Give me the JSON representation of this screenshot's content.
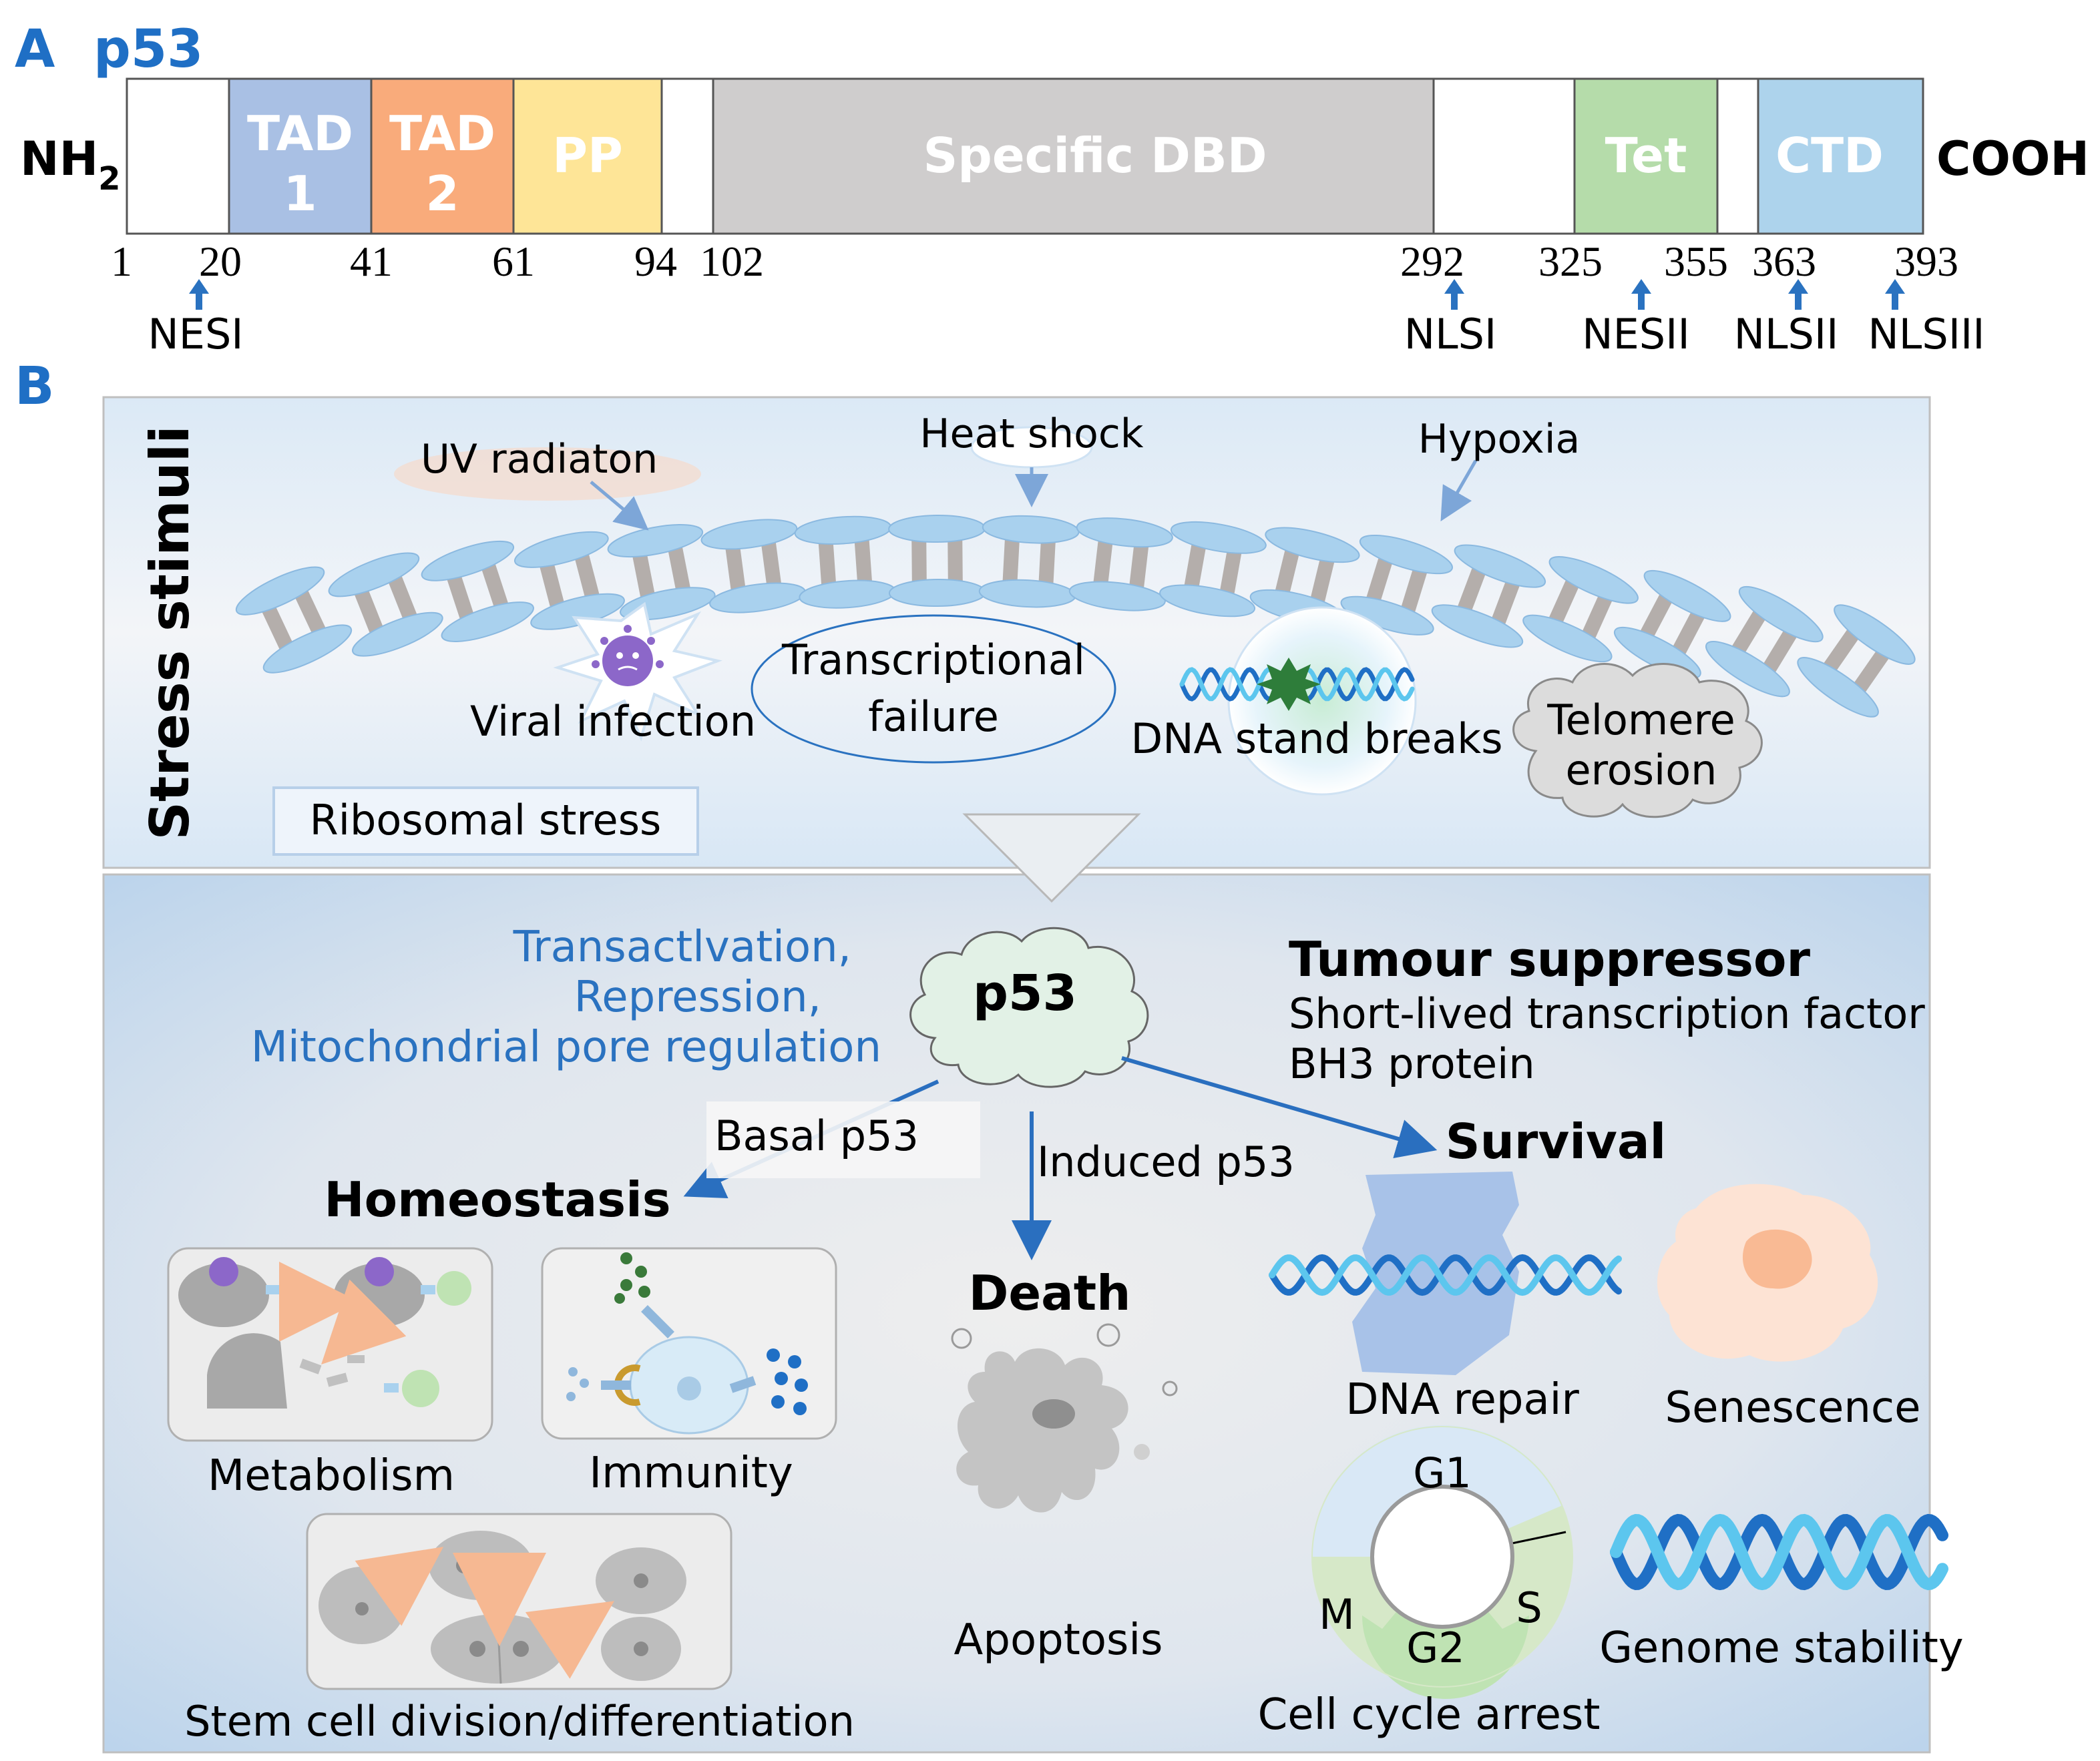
{
  "panel_a": {
    "label": "A",
    "title": "p53",
    "n_terminus": "NH",
    "n_terminus_sub": "2",
    "c_terminus": "COOH",
    "domains": [
      {
        "id": "tad1",
        "lines": [
          "TAD",
          "1"
        ],
        "color": "#a9c0e4"
      },
      {
        "id": "tad2",
        "lines": [
          "TAD",
          "2"
        ],
        "color": "#f9ab7b"
      },
      {
        "id": "pp",
        "lines": [
          "PP"
        ],
        "color": "#fee597"
      },
      {
        "id": "dbd",
        "lines": [
          "Specific DBD"
        ],
        "color": "#cfcdcd"
      },
      {
        "id": "tet",
        "lines": [
          "Tet"
        ],
        "color": "#b5dcaa"
      },
      {
        "id": "ctd",
        "lines": [
          "CTD"
        ],
        "color": "#add3ec"
      }
    ],
    "positions": [
      "1",
      "20",
      "41",
      "61",
      "94",
      "102",
      "292",
      "325",
      "355",
      "363",
      "393"
    ],
    "signals": [
      "NESI",
      "NLSI",
      "NESII",
      "NLSII",
      "NLSIII"
    ]
  },
  "panel_b": {
    "label": "B",
    "stress": {
      "heading": "Stress stimuli",
      "uv": "UV radiaton",
      "heat": "Heat shock",
      "hypoxia": "Hypoxia",
      "viral": "Viral infection",
      "transcriptional": [
        "Transcriptional",
        "failure"
      ],
      "dna_breaks": "DNA stand breaks",
      "telomere": [
        "Telomere",
        "erosion"
      ],
      "ribosomal": "Ribosomal stress"
    },
    "response": {
      "center": "p53",
      "functions": [
        "Transactlvation,",
        "Repression,",
        "Mitochondrial pore regulation"
      ],
      "tumour_title": "Tumour suppressor",
      "tumour_lines": [
        "Short-lived transcription factor",
        "BH3 protein"
      ],
      "basal": "Basal p53",
      "induced": "Induced p53",
      "homeostasis": "Homeostasis",
      "death": "Death",
      "survival": "Survival",
      "metabolism": "Metabolism",
      "immunity": "Immunity",
      "stem": "Stem cell division/differentiation",
      "apoptosis": "Apoptosis",
      "dna_repair": "DNA repair",
      "senescence": "Senescence",
      "cycle_phases": {
        "g1": "G1",
        "m": "M",
        "s": "S",
        "g2": "G2"
      },
      "cell_cycle": "Cell cycle arrest",
      "genome": "Genome stability"
    },
    "colors": {
      "accent": "#2a72c0",
      "arrow": "#2a6fbf",
      "membrane": "#a9d1ee",
      "strut": "#b4aeab"
    }
  }
}
